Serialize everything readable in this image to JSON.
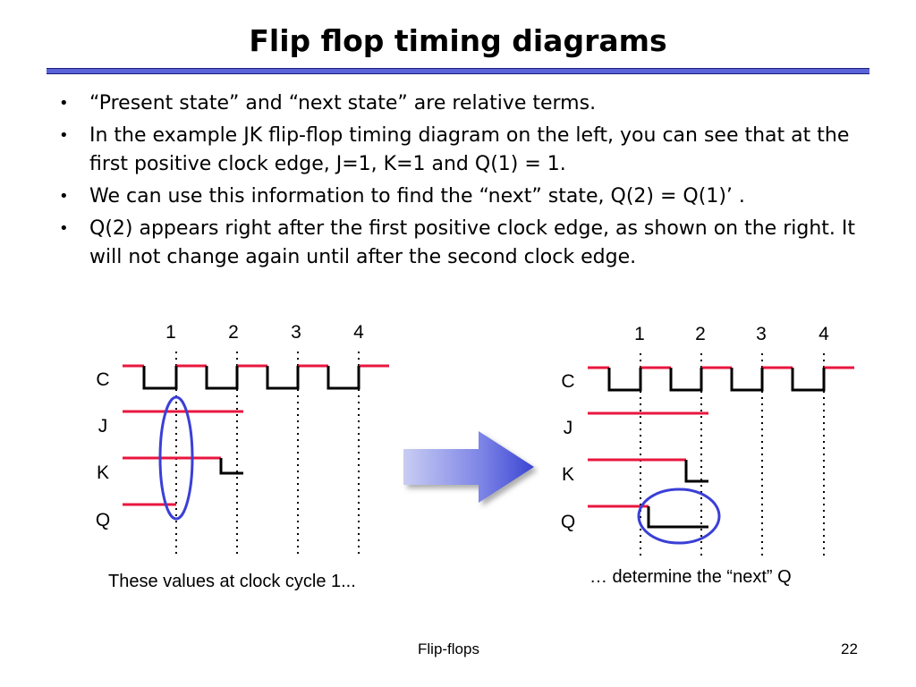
{
  "slide": {
    "title": "Flip flop timing diagrams",
    "bullets": [
      "“Present state” and “next state” are relative terms.",
      "In the example JK flip-flop timing diagram on the left, you can see that at the first positive clock edge, J=1, K=1 and Q(1) = 1.",
      "We can use this information to find the “next” state, Q(2) = Q(1)’ .",
      "Q(2) appears right after the first positive clock edge, as shown on the right. It will not change again until after the second clock edge."
    ],
    "bullet_glyph": "•"
  },
  "left_diagram": {
    "clock_labels": [
      "1",
      "2",
      "3",
      "4"
    ],
    "signal_labels": [
      "C",
      "J",
      "K",
      "Q"
    ],
    "caption": "These values at clock cycle 1..."
  },
  "right_diagram": {
    "clock_labels": [
      "1",
      "2",
      "3",
      "4"
    ],
    "signal_labels": [
      "C",
      "J",
      "K",
      "Q"
    ],
    "caption": "… determine the “next” Q"
  },
  "footer": {
    "section": "Flip-flops",
    "page_number": "22"
  },
  "colors": {
    "signal": "#e8173f",
    "highlight": "#3a3fd6",
    "title_rule": "#5b63d8",
    "arrow": "#4a55d8"
  }
}
